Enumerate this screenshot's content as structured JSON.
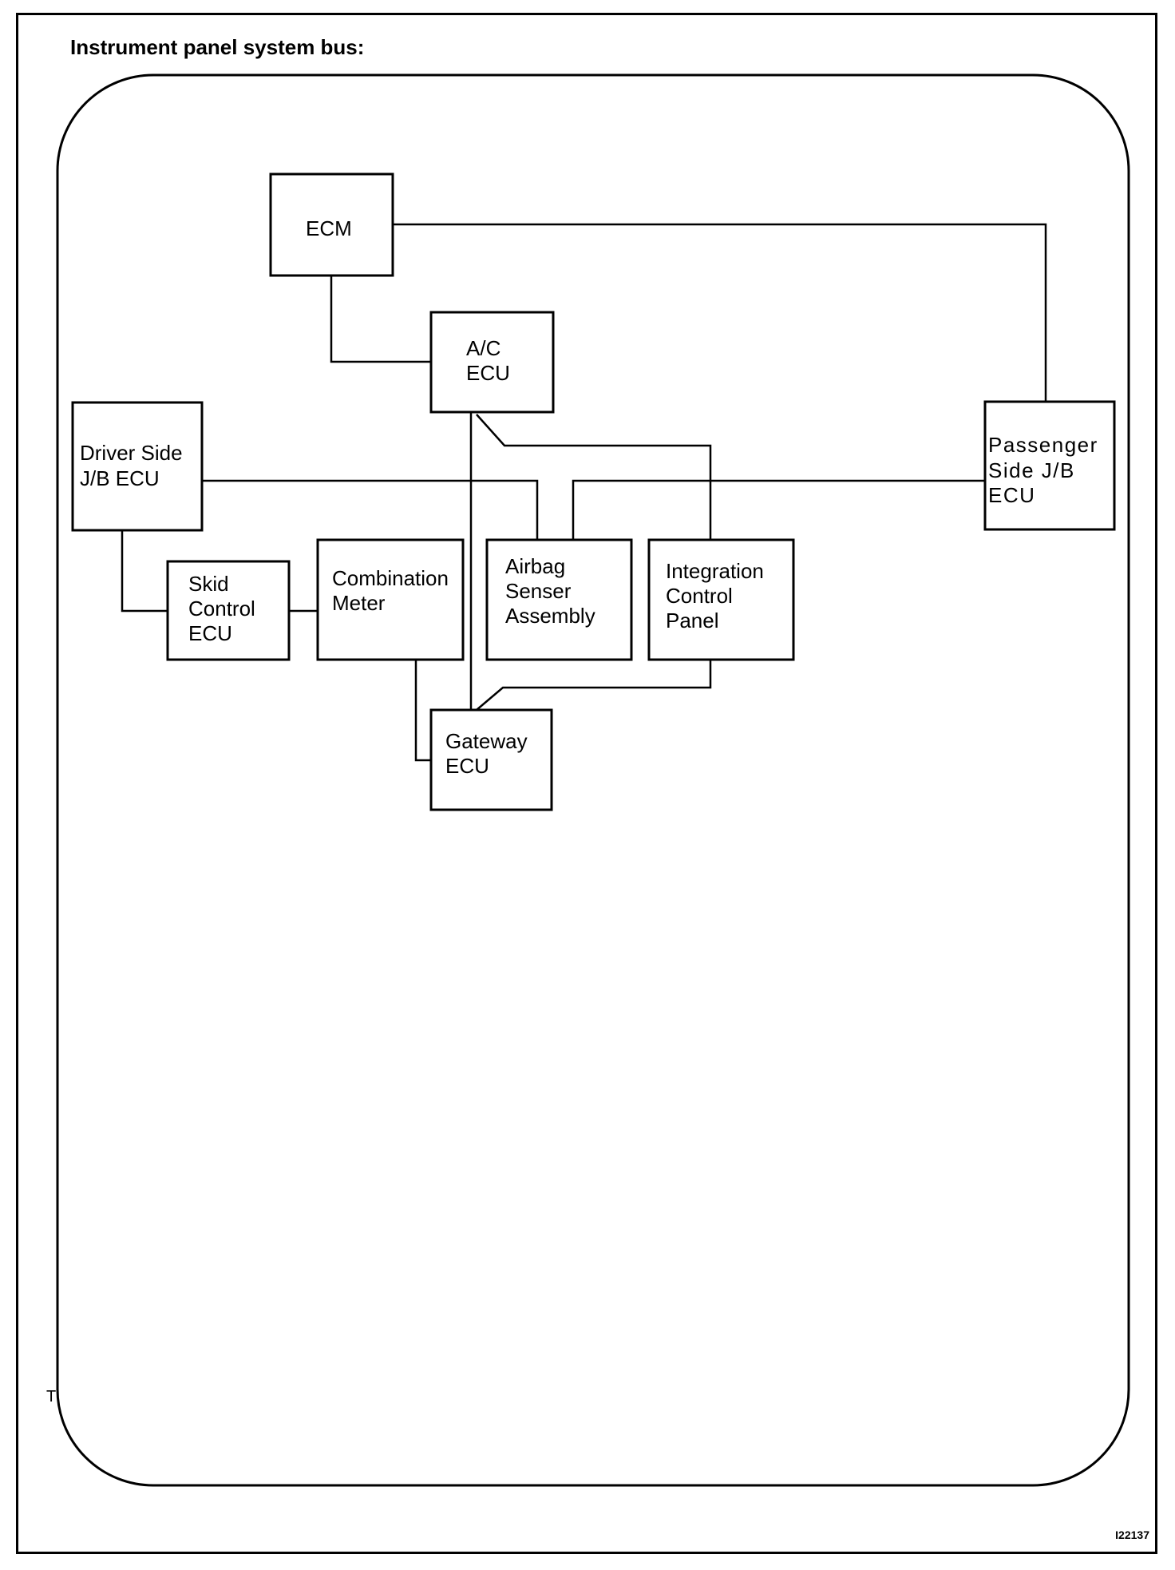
{
  "title": "Instrument panel system bus:",
  "corner_mark": "T",
  "figure_id": "I22137",
  "nodes": {
    "ecm": {
      "lines": [
        "ECM"
      ]
    },
    "ac_ecu": {
      "lines": [
        "A/C",
        "ECU"
      ]
    },
    "driver_jb": {
      "lines": [
        "Driver Side",
        "J/B ECU"
      ]
    },
    "passenger_jb": {
      "lines": [
        "Passenger",
        "Side J/B",
        "ECU"
      ]
    },
    "skid": {
      "lines": [
        "Skid",
        "Control",
        "ECU"
      ]
    },
    "combination": {
      "lines": [
        "Combination",
        "Meter"
      ]
    },
    "airbag": {
      "lines": [
        "Airbag",
        "Senser",
        "Assembly"
      ]
    },
    "integration": {
      "lines": [
        "Integration",
        "Control",
        "Panel"
      ]
    },
    "gateway": {
      "lines": [
        "Gateway",
        "ECU"
      ]
    }
  },
  "connections": [
    [
      "ecm",
      "passenger_jb"
    ],
    [
      "ecm",
      "ac_ecu"
    ],
    [
      "ac_ecu",
      "gateway"
    ],
    [
      "ac_ecu",
      "integration"
    ],
    [
      "driver_jb",
      "airbag"
    ],
    [
      "airbag",
      "passenger_jb"
    ],
    [
      "driver_jb",
      "skid"
    ],
    [
      "skid",
      "combination"
    ],
    [
      "combination",
      "gateway"
    ],
    [
      "integration",
      "gateway"
    ]
  ]
}
